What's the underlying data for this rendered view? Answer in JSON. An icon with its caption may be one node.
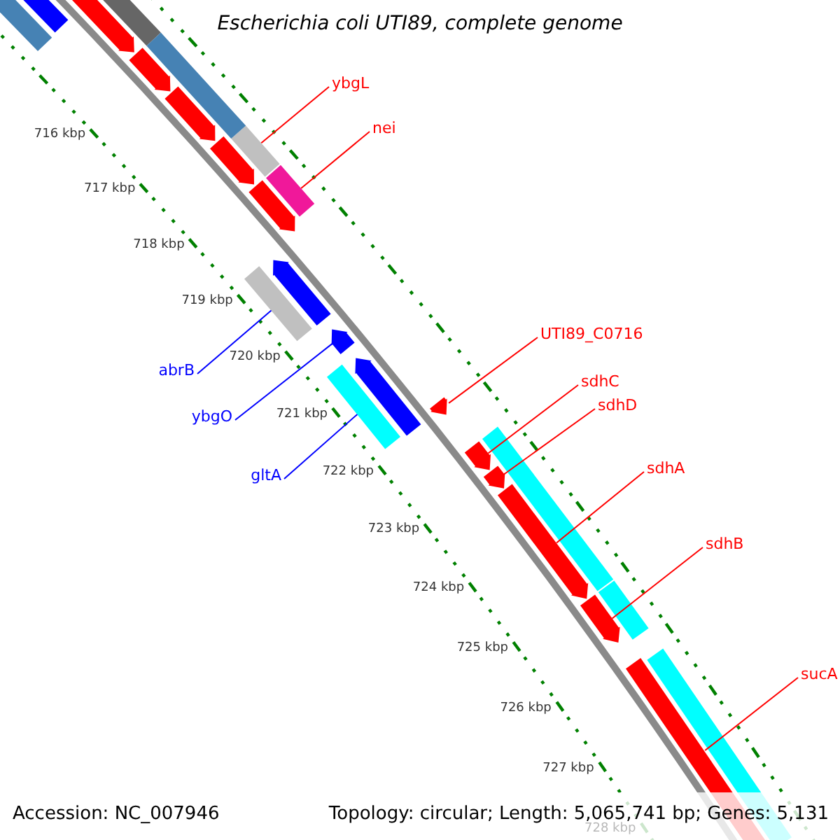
{
  "diagram": {
    "title": "Escherichia coli UTI89, complete genome",
    "nodes": [
      {
        "text": [
          "ybgL"
        ]
      },
      {
        "text": [],
        "shape": "bar"
      },
      {
        "text": [
          "nei"
        ]
      },
      {
        "text": [],
        "shape": "bar"
      },
      {
        "text": [
          "abrB"
        ]
      },
      {
        "text": [],
        "shape": "bar"
      },
      {
        "text": [
          "ybgO"
        ]
      },
      {
        "text": [],
        "shape": "arrow"
      },
      {
        "text": [
          "gltA"
        ]
      },
      {
        "text": [],
        "shape": "bar"
      },
      {
        "text": [
          "UTI89_C0716"
        ]
      },
      {
        "text": [],
        "shape": "arrow"
      },
      {
        "text": [
          "sdhC"
        ]
      },
      {
        "text": [],
        "shape": "arrow"
      },
      {
        "text": [
          "sdhD"
        ]
      },
      {
        "text": [],
        "shape": "arrow"
      },
      {
        "text": [
          "sdhA"
        ]
      },
      {
        "text": [],
        "shape": "arrow"
      },
      {
        "text": [
          "sdhB"
        ]
      },
      {
        "text": [],
        "shape": "arrow"
      },
      {
        "text": [
          "sucA"
        ]
      },
      {
        "text": [],
        "shape": "arrow"
      },
      {
        "text": [],
        "shape": "arrow"
      },
      {
        "text": [],
        "shape": "bar"
      },
      {
        "text": [],
        "shape": "bar"
      },
      {
        "text": [],
        "shape": "arrow"
      },
      {
        "text": [],
        "shape": "arrow"
      },
      {
        "text": [],
        "shape": "bar"
      },
      {
        "text": [],
        "shape": "arrow"
      },
      {
        "text": [],
        "shape": "arrow"
      },
      {
        "text": [],
        "shape": "arrow"
      },
      {
        "text": [],
        "shape": "arrow"
      },
      {
        "text": [],
        "shape": "arrow"
      },
      {
        "text": [],
        "shape": "bar"
      },
      {
        "text": [],
        "shape": "bar"
      },
      {
        "text": [],
        "shape": "bar"
      }
    ],
    "edges": [
      {
        "from": 0,
        "to": 1,
        "arrow": "none"
      },
      {
        "from": 2,
        "to": 3,
        "arrow": "none"
      },
      {
        "from": 4,
        "to": 5,
        "arrow": "none",
        "color": "#0000ff"
      },
      {
        "from": 6,
        "to": 7,
        "arrow": "none",
        "color": "#0000ff"
      },
      {
        "from": 8,
        "to": 9,
        "arrow": "none",
        "color": "#0000ff"
      },
      {
        "from": 10,
        "to": 11,
        "arrow": "none"
      },
      {
        "from": 12,
        "to": 13,
        "arrow": "none"
      },
      {
        "from": 14,
        "to": 15,
        "arrow": "none"
      },
      {
        "from": 16,
        "to": 17,
        "arrow": "none"
      },
      {
        "from": 18,
        "to": 19,
        "arrow": "none"
      },
      {
        "from": 20,
        "to": 21,
        "arrow": "none"
      }
    ],
    "labels": [
      "716 kbp",
      "717 kbp",
      "718 kbp",
      "719 kbp",
      "720 kbp",
      "721 kbp",
      "722 kbp",
      "723 kbp",
      "724 kbp",
      "725 kbp",
      "726 kbp",
      "727 kbp",
      "728 kbp",
      "Accession: NC_007946",
      "Topology: circular; Length: 5,065,741 bp; Genes: 5,131"
    ]
  }
}
